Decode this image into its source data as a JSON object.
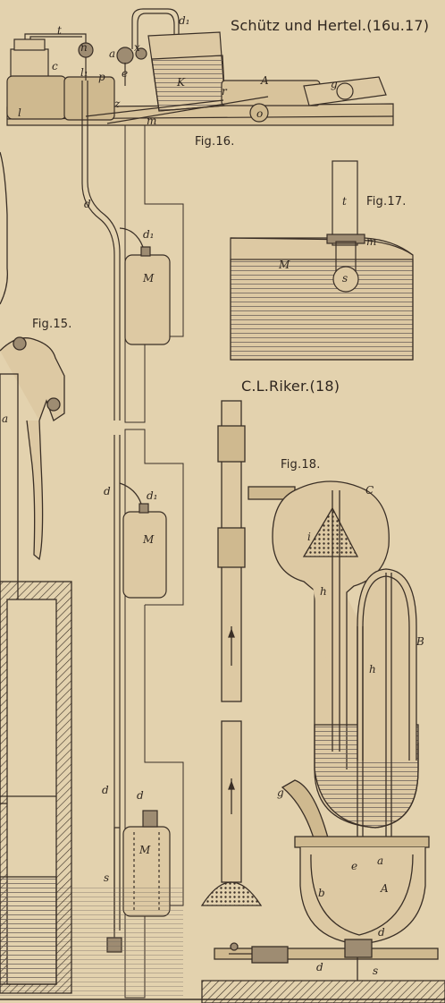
{
  "plate": {
    "header_title": "Schütz und Hertel.(16u.17)",
    "riker_title": "C.L.Riker.(18)"
  },
  "figures": {
    "fig15": "Fig.15.",
    "fig16": "Fig.16.",
    "fig17": "Fig.17.",
    "fig18": "Fig.18."
  },
  "labels_fig16": {
    "t": "t",
    "n": "n",
    "a": "a",
    "x": "x",
    "d1_top": "d₁",
    "c": "c",
    "l1": "l₁",
    "p": "p",
    "e": "e",
    "K": "K",
    "r": "r",
    "A": "A",
    "g": "g",
    "l": "l",
    "z": "z",
    "m": "m",
    "o": "o",
    "d_left": "d",
    "d1_mid": "d₁",
    "M_upper": "M",
    "d_mid": "d",
    "d1_low": "d₁",
    "M_middle": "M",
    "d_low": "d",
    "d_low2": "d",
    "M_lower": "M",
    "s": "s"
  },
  "labels_fig17": {
    "t": "t",
    "m": "m",
    "M": "M",
    "s": "s"
  },
  "labels_fig15": {
    "a": "a"
  },
  "labels_fig18": {
    "C": "C",
    "i": "i",
    "h_upper": "h",
    "B": "B",
    "h_lower": "h",
    "g": "g",
    "e": "e",
    "a": "a",
    "b": "b",
    "A": "A",
    "d_right": "d",
    "d_base": "d",
    "s": "s"
  },
  "colors": {
    "paper": "#e3d2ae",
    "ink": "#3a2f26",
    "water": "#9a8f86"
  }
}
